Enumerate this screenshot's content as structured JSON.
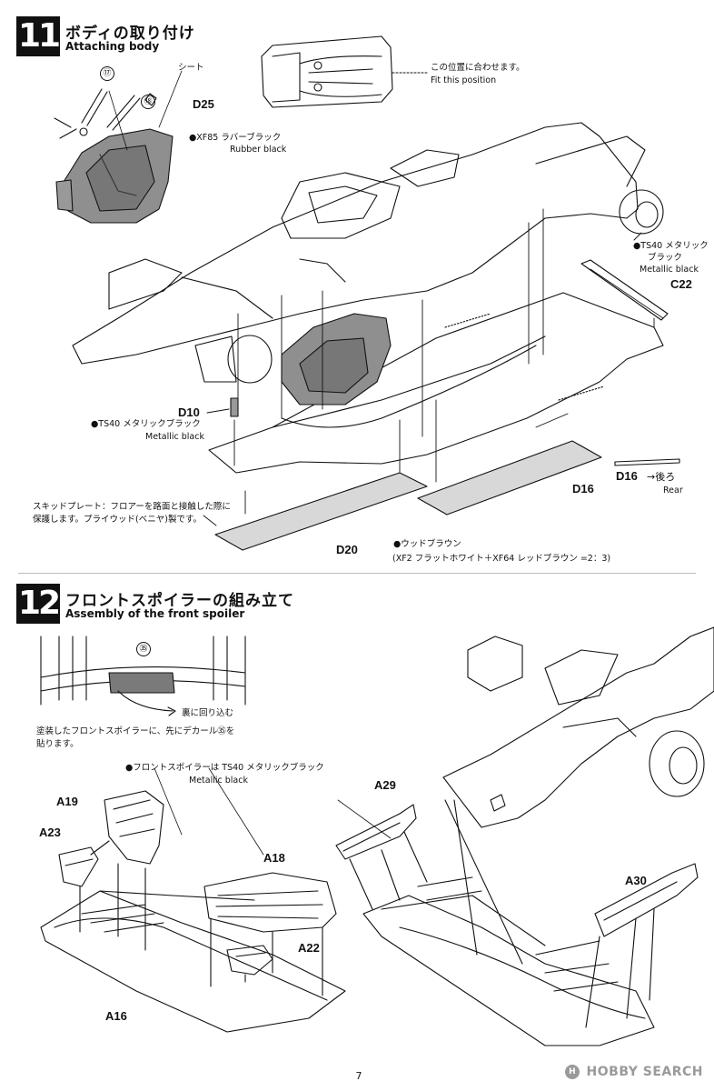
{
  "step11": {
    "number": "11",
    "title_jp": "ボディの取り付け",
    "title_en": "Attaching body",
    "sheet_label": "シート",
    "circle17": "⑰",
    "circle18": "⑱",
    "part_d25": "D25",
    "xf85_jp": "●XF85 ラバーブラック",
    "xf85_en": "Rubber black",
    "fit_jp": "この位置に合わせます。",
    "fit_en": "Fit this position",
    "ts40_right_jp1": "●TS40 メタリック",
    "ts40_right_jp2": "ブラック",
    "ts40_right_en": "Metallic black",
    "part_c22": "C22",
    "part_d10": "D10",
    "ts40_left_jp": "●TS40 メタリックブラック",
    "ts40_left_en": "Metallic black",
    "part_d16_a": "D16",
    "part_d16_b": "D16",
    "rear_jp": "→後ろ",
    "rear_en": "Rear",
    "skid_jp1": "スキッドプレート：フロアーを路面と接触した際に",
    "skid_jp2": "保護します。プライウッド(ベニヤ)製です。",
    "part_d20": "D20",
    "wood_jp": "●ウッドブラウン",
    "wood_mix": "(XF2 フラットホワイト＋XF64 レッドブラウン =2：3)"
  },
  "step12": {
    "number": "12",
    "title_jp": "フロントスポイラーの組み立て",
    "title_en": "Assembly of the front spoiler",
    "circle35": "㉟",
    "wrap_jp": "裏に回り込む",
    "decal_jp1": "塗装したフロントスポイラーに、先にデカール㉟を",
    "decal_jp2": "貼ります。",
    "ts40_jp": "●フロントスポイラーは TS40 メタリックブラック",
    "ts40_en": "Metallic black",
    "part_a19": "A19",
    "part_a23": "A23",
    "part_a18": "A18",
    "part_a22": "A22",
    "part_a16": "A16",
    "part_a29": "A29",
    "part_a30": "A30"
  },
  "footer": {
    "page_number": "7",
    "watermark_badge": "H",
    "watermark_text": "HOBBY SEARCH"
  }
}
